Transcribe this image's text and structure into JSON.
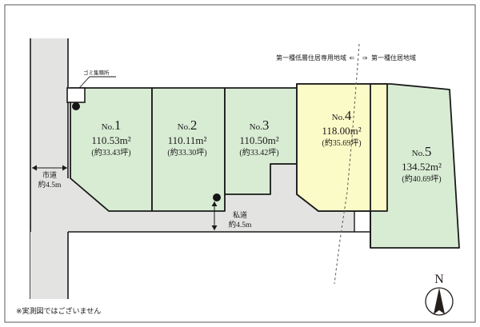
{
  "figure": {
    "title_note": "※実測図ではございません",
    "colors": {
      "lot_green": "#d8ecd4",
      "lot_yellow": "#fbfbc8",
      "road_gray": "#e3e3e1",
      "outline": "#1a1a1a",
      "frame": "#595959",
      "background": "#ffffff"
    }
  },
  "lots": [
    {
      "id": "lot-1",
      "no_prefix": "No.",
      "no": "1",
      "area_m2": "110.53m²",
      "area_tsubo": "(約33.43坪)",
      "fill": "#d8ecd4"
    },
    {
      "id": "lot-2",
      "no_prefix": "No.",
      "no": "2",
      "area_m2": "110.11m²",
      "area_tsubo": "(約33.30坪)",
      "fill": "#d8ecd4"
    },
    {
      "id": "lot-3",
      "no_prefix": "No.",
      "no": "3",
      "area_m2": "110.50m²",
      "area_tsubo": "(約33.42坪)",
      "fill": "#d8ecd4"
    },
    {
      "id": "lot-4",
      "no_prefix": "No.",
      "no": "4",
      "area_m2": "118.00m²",
      "area_tsubo": "(約35.69坪)",
      "fill": "#fbfbc8"
    },
    {
      "id": "lot-5",
      "no_prefix": "No.",
      "no": "5",
      "area_m2": "134.52m²",
      "area_tsubo": "(約40.69坪)",
      "fill": "#d8ecd4"
    }
  ],
  "roads": [
    {
      "id": "city-road",
      "name": "市道",
      "width": "約4.5m"
    },
    {
      "id": "private-road",
      "name": "私道",
      "width": "約4.5m"
    }
  ],
  "annotations": {
    "garbage_point": "ゴミ集積所",
    "zoning_left": "第一種低層住居専用地域",
    "zoning_arrow_left": "⇐",
    "zoning_arrow_right": "⇒",
    "zoning_right": "第一種住居地域"
  },
  "compass": {
    "label": "N"
  }
}
